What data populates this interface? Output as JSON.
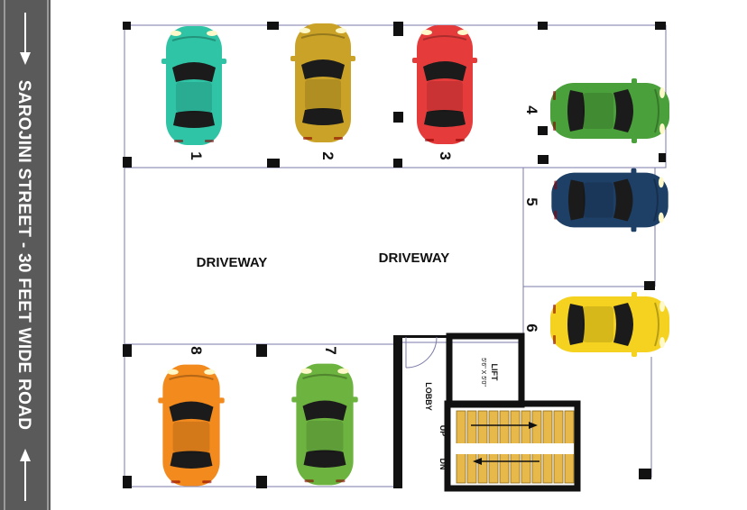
{
  "road": {
    "label": "SAROJINI STREET - 30 FEET WIDE ROAD"
  },
  "driveway": {
    "label_left": "DRIVEWAY",
    "label_right": "DRIVEWAY"
  },
  "lobby": {
    "label": "LOBBY"
  },
  "lift": {
    "label": "LIFT",
    "size": "5'6\" X 5'0\""
  },
  "stairs": {
    "up": "UP",
    "down": "DN"
  },
  "slots": [
    {
      "number": "1",
      "car_color": "#2fc4a5"
    },
    {
      "number": "2",
      "car_color": "#c9a227"
    },
    {
      "number": "3",
      "car_color": "#e53b3b"
    },
    {
      "number": "4",
      "car_color": "#4aa03a"
    },
    {
      "number": "5",
      "car_color": "#1e3f66"
    },
    {
      "number": "6",
      "car_color": "#f4d21f"
    },
    {
      "number": "7",
      "car_color": "#6cb33f"
    },
    {
      "number": "8",
      "car_color": "#f28a1e"
    }
  ],
  "colors": {
    "road": "#5a5a5a",
    "wall": "#111111",
    "plan_line": "#7a7aa8"
  }
}
